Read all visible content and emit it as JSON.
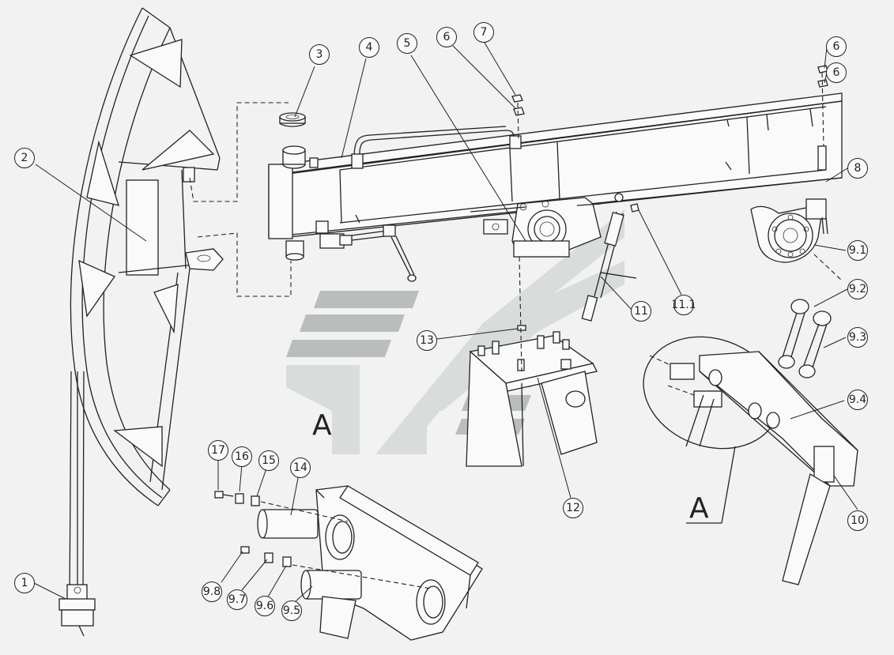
{
  "callouts": {
    "c1": "1",
    "c2": "2",
    "c3": "3",
    "c4": "4",
    "c5": "5",
    "c6a": "6",
    "c6b": "6",
    "c6c": "6",
    "c7": "7",
    "c8": "8",
    "c9_1": "9.1",
    "c9_2": "9.2",
    "c9_3": "9.3",
    "c9_4": "9.4",
    "c9_5": "9.5",
    "c9_6": "9.6",
    "c9_7": "9.7",
    "c9_8": "9.8",
    "c10": "10",
    "c11": "11",
    "c11_1": "11.1",
    "c12": "12",
    "c13": "13",
    "c14": "14",
    "c15": "15",
    "c16": "16",
    "c17": "17"
  },
  "view_labels": {
    "detail_a": "A",
    "watermark_a": "A"
  },
  "colors": {
    "line": "#222222",
    "background": "#f2f2f2",
    "watermark": "#b9bebd",
    "watermark_light": "#d8dcdb"
  }
}
